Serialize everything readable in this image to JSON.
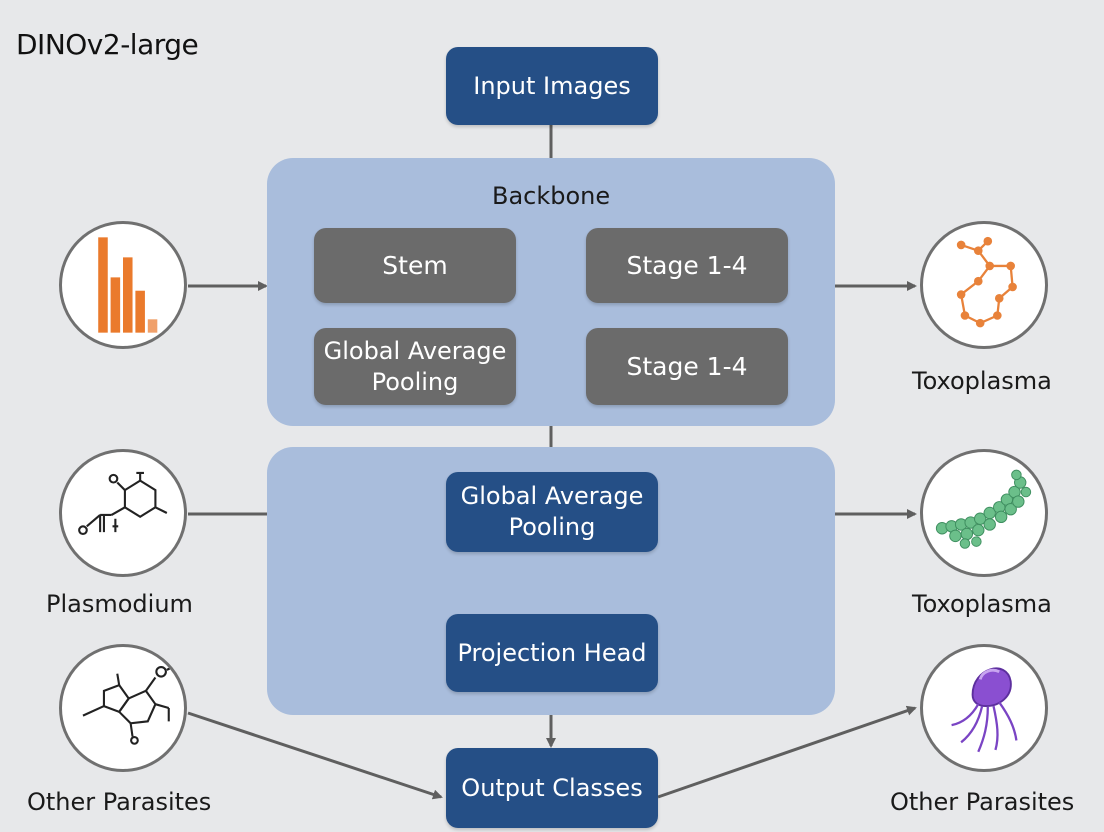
{
  "title": "DINOv2-large",
  "backbone": {
    "label": "Backbone",
    "stem": "Stem",
    "stage_a": "Stage 1-4",
    "gap": "Global Average Pooling",
    "stage_b": "Stage 1-4"
  },
  "nodes": {
    "input": "Input Images",
    "pooling": "Global Average Pooling",
    "projection": "Projection Head",
    "output": "Output Classes"
  },
  "left_icons": {
    "mid_label": "Plasmodium",
    "bottom_label": "Other Parasites"
  },
  "right_icons": {
    "top_label": "Toxoplasma",
    "mid_label": "Toxoplasma",
    "bottom_label": "Other Parasites"
  },
  "colors": {
    "node_blue": "#254f86",
    "node_gray": "#6b6b6b",
    "group_fill": "#a9bddc",
    "arrow": "#5f5f5f",
    "bar_orange": "#ea7a2c",
    "molecule_orange": "#e8823a",
    "bead_green": "#6bbf8a",
    "jelly_purple": "#8a4fd1"
  }
}
